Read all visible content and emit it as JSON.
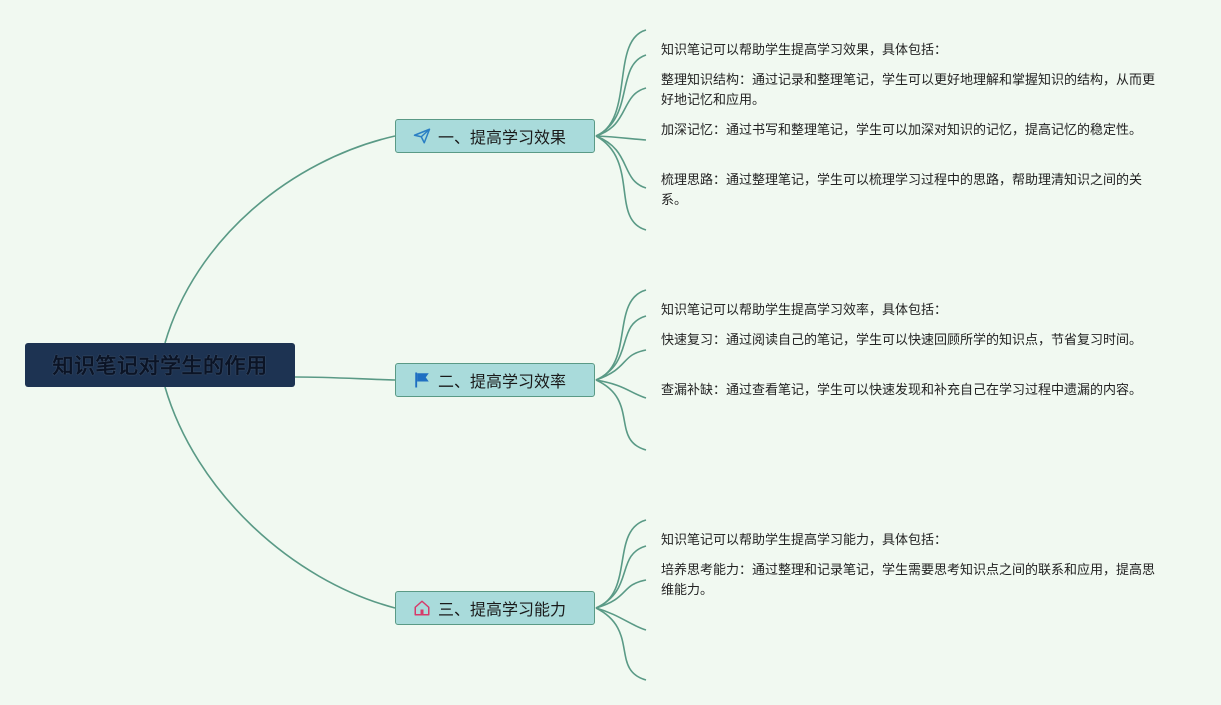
{
  "root": {
    "title": "知识笔记对学生的作用"
  },
  "branches": [
    {
      "label": "一、提高学习效果",
      "icon": "paper-plane-icon",
      "items": [
        "知识笔记可以帮助学生提高学习效果，具体包括：",
        "整理知识结构：通过记录和整理笔记，学生可以更好地理解和掌握知识的结构，从而更好地记忆和应用。",
        "加深记忆：通过书写和整理笔记，学生可以加深对知识的记忆，提高记忆的稳定性。",
        "梳理思路：通过整理笔记，学生可以梳理学习过程中的思路，帮助理清知识之间的关系。"
      ]
    },
    {
      "label": "二、提高学习效率",
      "icon": "flag-icon",
      "items": [
        "知识笔记可以帮助学生提高学习效率，具体包括：",
        "快速复习：通过阅读自己的笔记，学生可以快速回顾所学的知识点，节省复习时间。",
        "查漏补缺：通过查看笔记，学生可以快速发现和补充自己在学习过程中遗漏的内容。"
      ]
    },
    {
      "label": "三、提高学习能力",
      "icon": "home-icon",
      "items": [
        "知识笔记可以帮助学生提高学习能力，具体包括：",
        "培养思考能力：通过整理和记录笔记，学生需要思考知识点之间的联系和应用，提高思维能力。"
      ]
    }
  ],
  "colors": {
    "background": "#f1f9f1",
    "root_fill": "#1d3352",
    "branch_fill": "#a9dbdb",
    "connector": "#5a9a86"
  }
}
